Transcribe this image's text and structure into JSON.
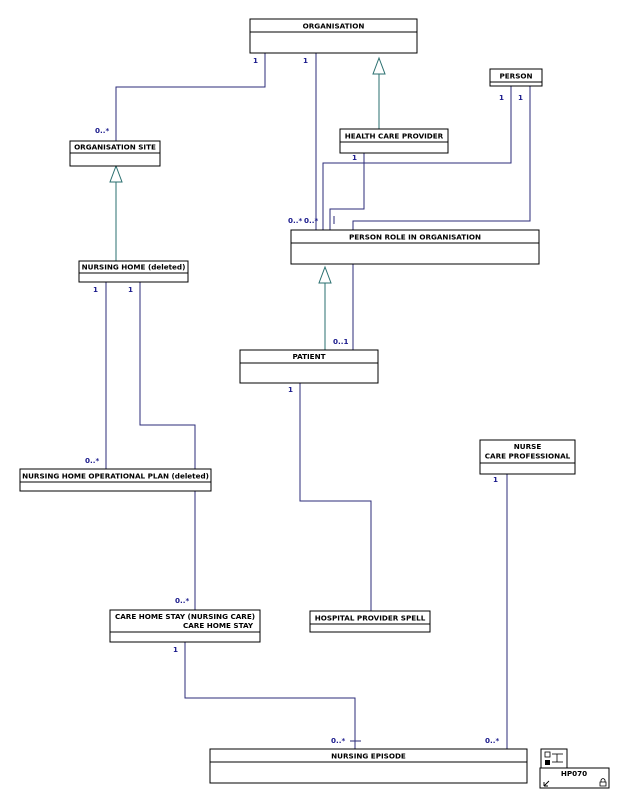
{
  "classes": {
    "organisation": "ORGANISATION",
    "person": "PERSON",
    "health_care_provider": "HEALTH CARE PROVIDER",
    "organisation_site": "ORGANISATION SITE",
    "person_role": "PERSON ROLE IN ORGANISATION",
    "nursing_home": "NURSING HOME (deleted)",
    "patient": "PATIENT",
    "nurse_line1": "NURSE",
    "nurse_line2": "CARE PROFESSIONAL",
    "operational_plan": "NURSING HOME OPERATIONAL PLAN (deleted)",
    "care_home_line1": "CARE HOME STAY (NURSING CARE)",
    "care_home_line2": "CARE HOME STAY",
    "hospital_spell": "HOSPITAL PROVIDER SPELL",
    "nursing_episode": "NURSING EPISODE"
  },
  "multiplicities": {
    "org_to_site_one": "1",
    "org_to_role_one": "1",
    "site_many": "0..*",
    "person_one_a": "1",
    "person_one_b": "1",
    "hcp_one": "1",
    "role_many_a": "0..*",
    "role_many_b": "0..*",
    "nh_one_a": "1",
    "nh_one_b": "1",
    "patient_role_opt": "0..1",
    "patient_one": "1",
    "plan_many": "0..*",
    "nurse_one": "1",
    "care_home_many": "0..*",
    "care_home_one": "1",
    "episode_many_a": "0..*",
    "episode_many_b": "0..*"
  },
  "badge": {
    "code": "HP070",
    "icon": "diagram-icon"
  }
}
